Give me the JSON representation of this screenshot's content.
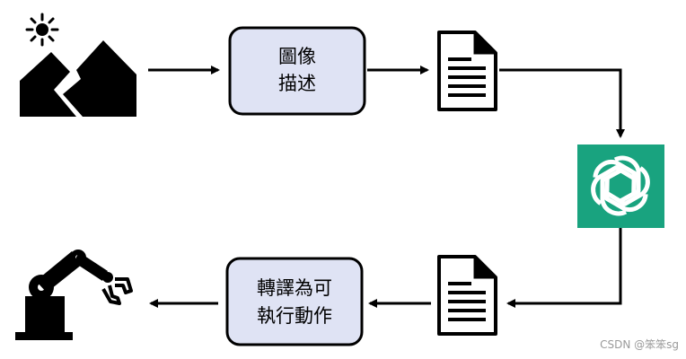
{
  "nodes": {
    "describe": {
      "lines": [
        "圖像",
        "描述"
      ]
    },
    "translate": {
      "lines": [
        "轉譯為可",
        "執行動作"
      ]
    }
  },
  "colors": {
    "box_fill": "#dfe3f4",
    "box_stroke": "#000000",
    "ai_logo_bg": "#19a37f",
    "arrow": "#000000"
  },
  "icons": [
    "sun-icon",
    "mountain-icon",
    "document-icon",
    "chatgpt-logo-icon",
    "robot-arm-icon"
  ],
  "watermark": "CSDN @笨笨sg"
}
